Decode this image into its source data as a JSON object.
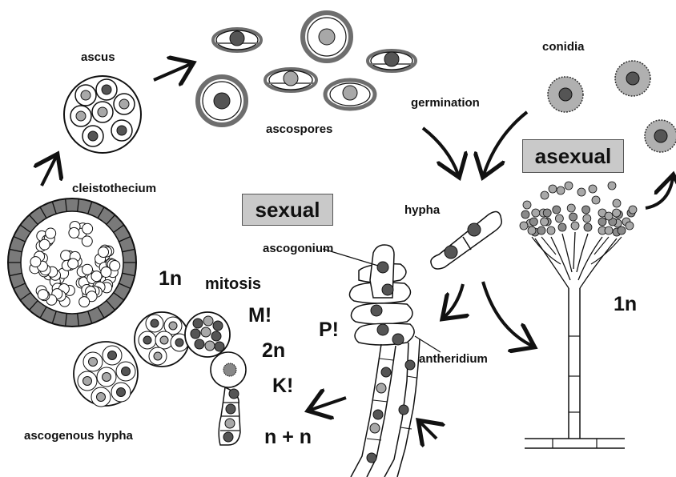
{
  "labels": {
    "ascus": "ascus",
    "ascospores": "ascospores",
    "conidia": "conidia",
    "germination": "germination",
    "asexual": "asexual",
    "cleistothecium": "cleistothecium",
    "sexual": "sexual",
    "hypha": "hypha",
    "ascogonium": "ascogonium",
    "n1_left": "1n",
    "mitosis": "mitosis",
    "m_stage": "M!",
    "p_stage": "P!",
    "n2": "2n",
    "k_stage": "K!",
    "antheridium": "antheridium",
    "n1_right": "1n",
    "ascogenous_hypha": "ascogenous hypha",
    "n_plus_n": "n + n"
  },
  "colors": {
    "outline": "#1a1a1a",
    "dark_nucleus": "#555555",
    "light_nucleus": "#a8a8a8",
    "box_fill": "#c9c9c9",
    "cell_wall": "#6e6e6e"
  }
}
